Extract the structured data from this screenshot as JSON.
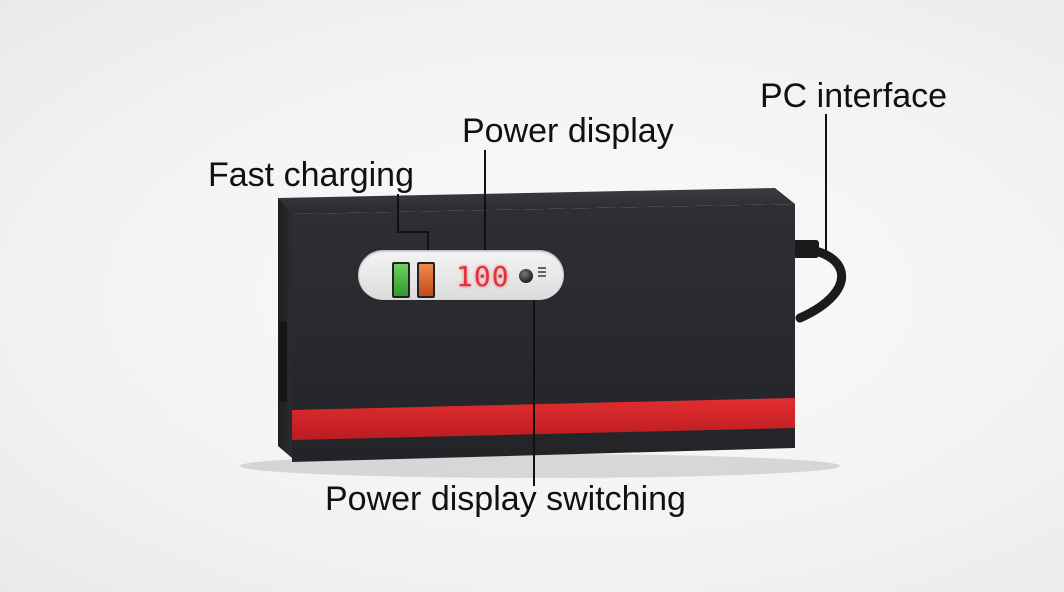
{
  "labels": {
    "fast_charging": "Fast charging",
    "power_display": "Power display",
    "pc_interface": "PC interface",
    "power_display_switching": "Power display switching"
  },
  "display": {
    "value": "100"
  },
  "colors": {
    "body": "#2b2c30",
    "stripe": "#d8262a",
    "display_digits": "#e2323b",
    "usb_left": "#3fae35",
    "usb_right": "#e0642a",
    "background": "#f4f4f4"
  },
  "icons": [
    "usb-port-green",
    "usb-port-orange",
    "switch-button",
    "cable"
  ]
}
